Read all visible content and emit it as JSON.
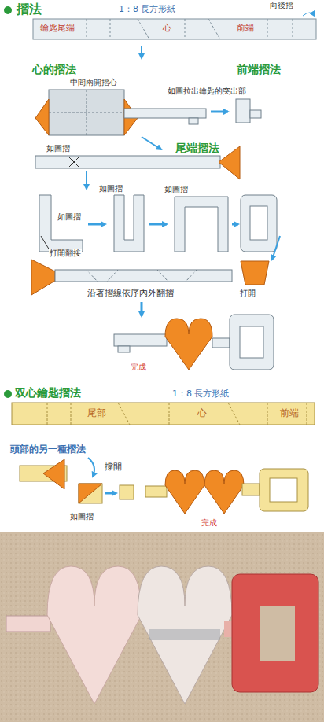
{
  "diagram": {
    "nodes": [
      {
        "text": [
          "鑰匙尾端",
          "心",
          "前端"
        ]
      },
      {
        "text": [
          "尾部",
          "心",
          "前端"
        ]
      }
    ],
    "labels": [
      "摺法",
      "1：8 長方形紙",
      "向後摺",
      "心的摺法",
      "中間兩開摺心",
      "前端摺法",
      "如圖拉出鑰匙的突出部",
      "尾端摺法",
      "如圖摺",
      "如圖摺",
      "如圖摺",
      "如圖摺",
      "打開翻接",
      "沿著摺線依序內外翻摺",
      "打開",
      "完成",
      "双心鑰匙摺法",
      "1：8 長方形紙",
      "頭部的另一種摺法",
      "撐開",
      "如圖摺",
      "完成"
    ]
  }
}
